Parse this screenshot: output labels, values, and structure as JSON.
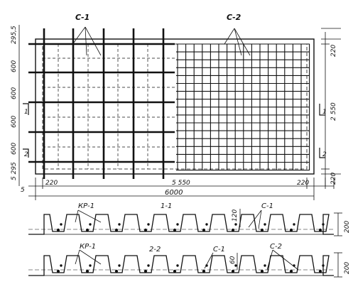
{
  "plan": {
    "left_labels": [
      "295,5",
      "600",
      "600",
      "600",
      "600",
      "5 295"
    ],
    "left_bottom_small": "5",
    "right_top": "220",
    "right_mid": "2 550",
    "right_bottom": "220",
    "bottom_left": "220",
    "bottom_mid": "5 550",
    "bottom_right": "220",
    "bottom_total": "6000",
    "mesh_label_1": "С-1",
    "mesh_label_2": "С-2",
    "sec_mark_1": "1",
    "sec_mark_2": "2"
  },
  "section_1": {
    "title": "1-1",
    "kr_label": "КР-1",
    "c_label": "С-1",
    "dim_v": "120",
    "dim_h": "200"
  },
  "section_2": {
    "title": "2-2",
    "kr_label": "КР-1",
    "c1_label": "С-1",
    "c2_label": "С-2",
    "dim_v": "60",
    "dim_h": "200"
  },
  "colors": {
    "ink": "#111111",
    "paper": "#ffffff"
  }
}
